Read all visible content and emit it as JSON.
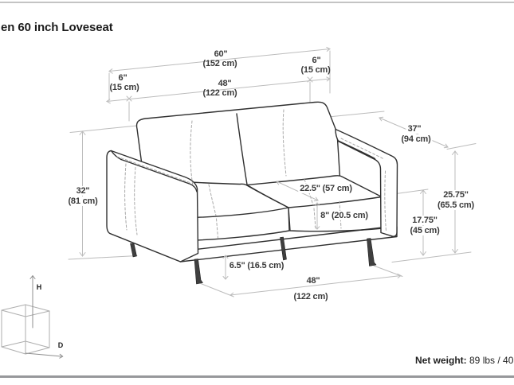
{
  "header": {
    "title": "en 60 inch Loveseat"
  },
  "diagram": {
    "dimensions": {
      "overall_width": {
        "in": "60\"",
        "cm": "(152 cm)"
      },
      "seat_interior_width": {
        "in": "48\"",
        "cm": "(122 cm)"
      },
      "left_arm_width": {
        "in": "6\"",
        "cm": "(15 cm)"
      },
      "right_arm_width": {
        "in": "6\"",
        "cm": "(15 cm)"
      },
      "overall_height": {
        "in": "32\"",
        "cm": "(81 cm)"
      },
      "overall_depth": {
        "in": "37\"",
        "cm": "(94 cm)"
      },
      "arm_height": {
        "in": "25.75\"",
        "cm": "(65.5 cm)"
      },
      "seat_height": {
        "in": "17.75\"",
        "cm": "(45 cm)"
      },
      "seat_depth": {
        "text": "22.5\" (57 cm)"
      },
      "cushion_thickness": {
        "text": "8\" (20.5 cm)"
      },
      "leg_height": {
        "text": "6.5\" (16.5 cm)"
      },
      "base_width": {
        "in": "48\"",
        "cm": "(122 cm)"
      }
    },
    "axis_cube": {
      "height": "H",
      "depth": "D"
    }
  },
  "footer": {
    "net_weight_label": "Net weight:",
    "net_weight_value": " 89 lbs / 40"
  },
  "colors": {
    "dimension_line": "#bcbcbc",
    "sofa_line": "#303030",
    "stitch_line": "#a9a9a9",
    "label_text": "#3a3a3a",
    "rule_top": "#c4c4c4",
    "rule_bottom": "#97989b"
  }
}
